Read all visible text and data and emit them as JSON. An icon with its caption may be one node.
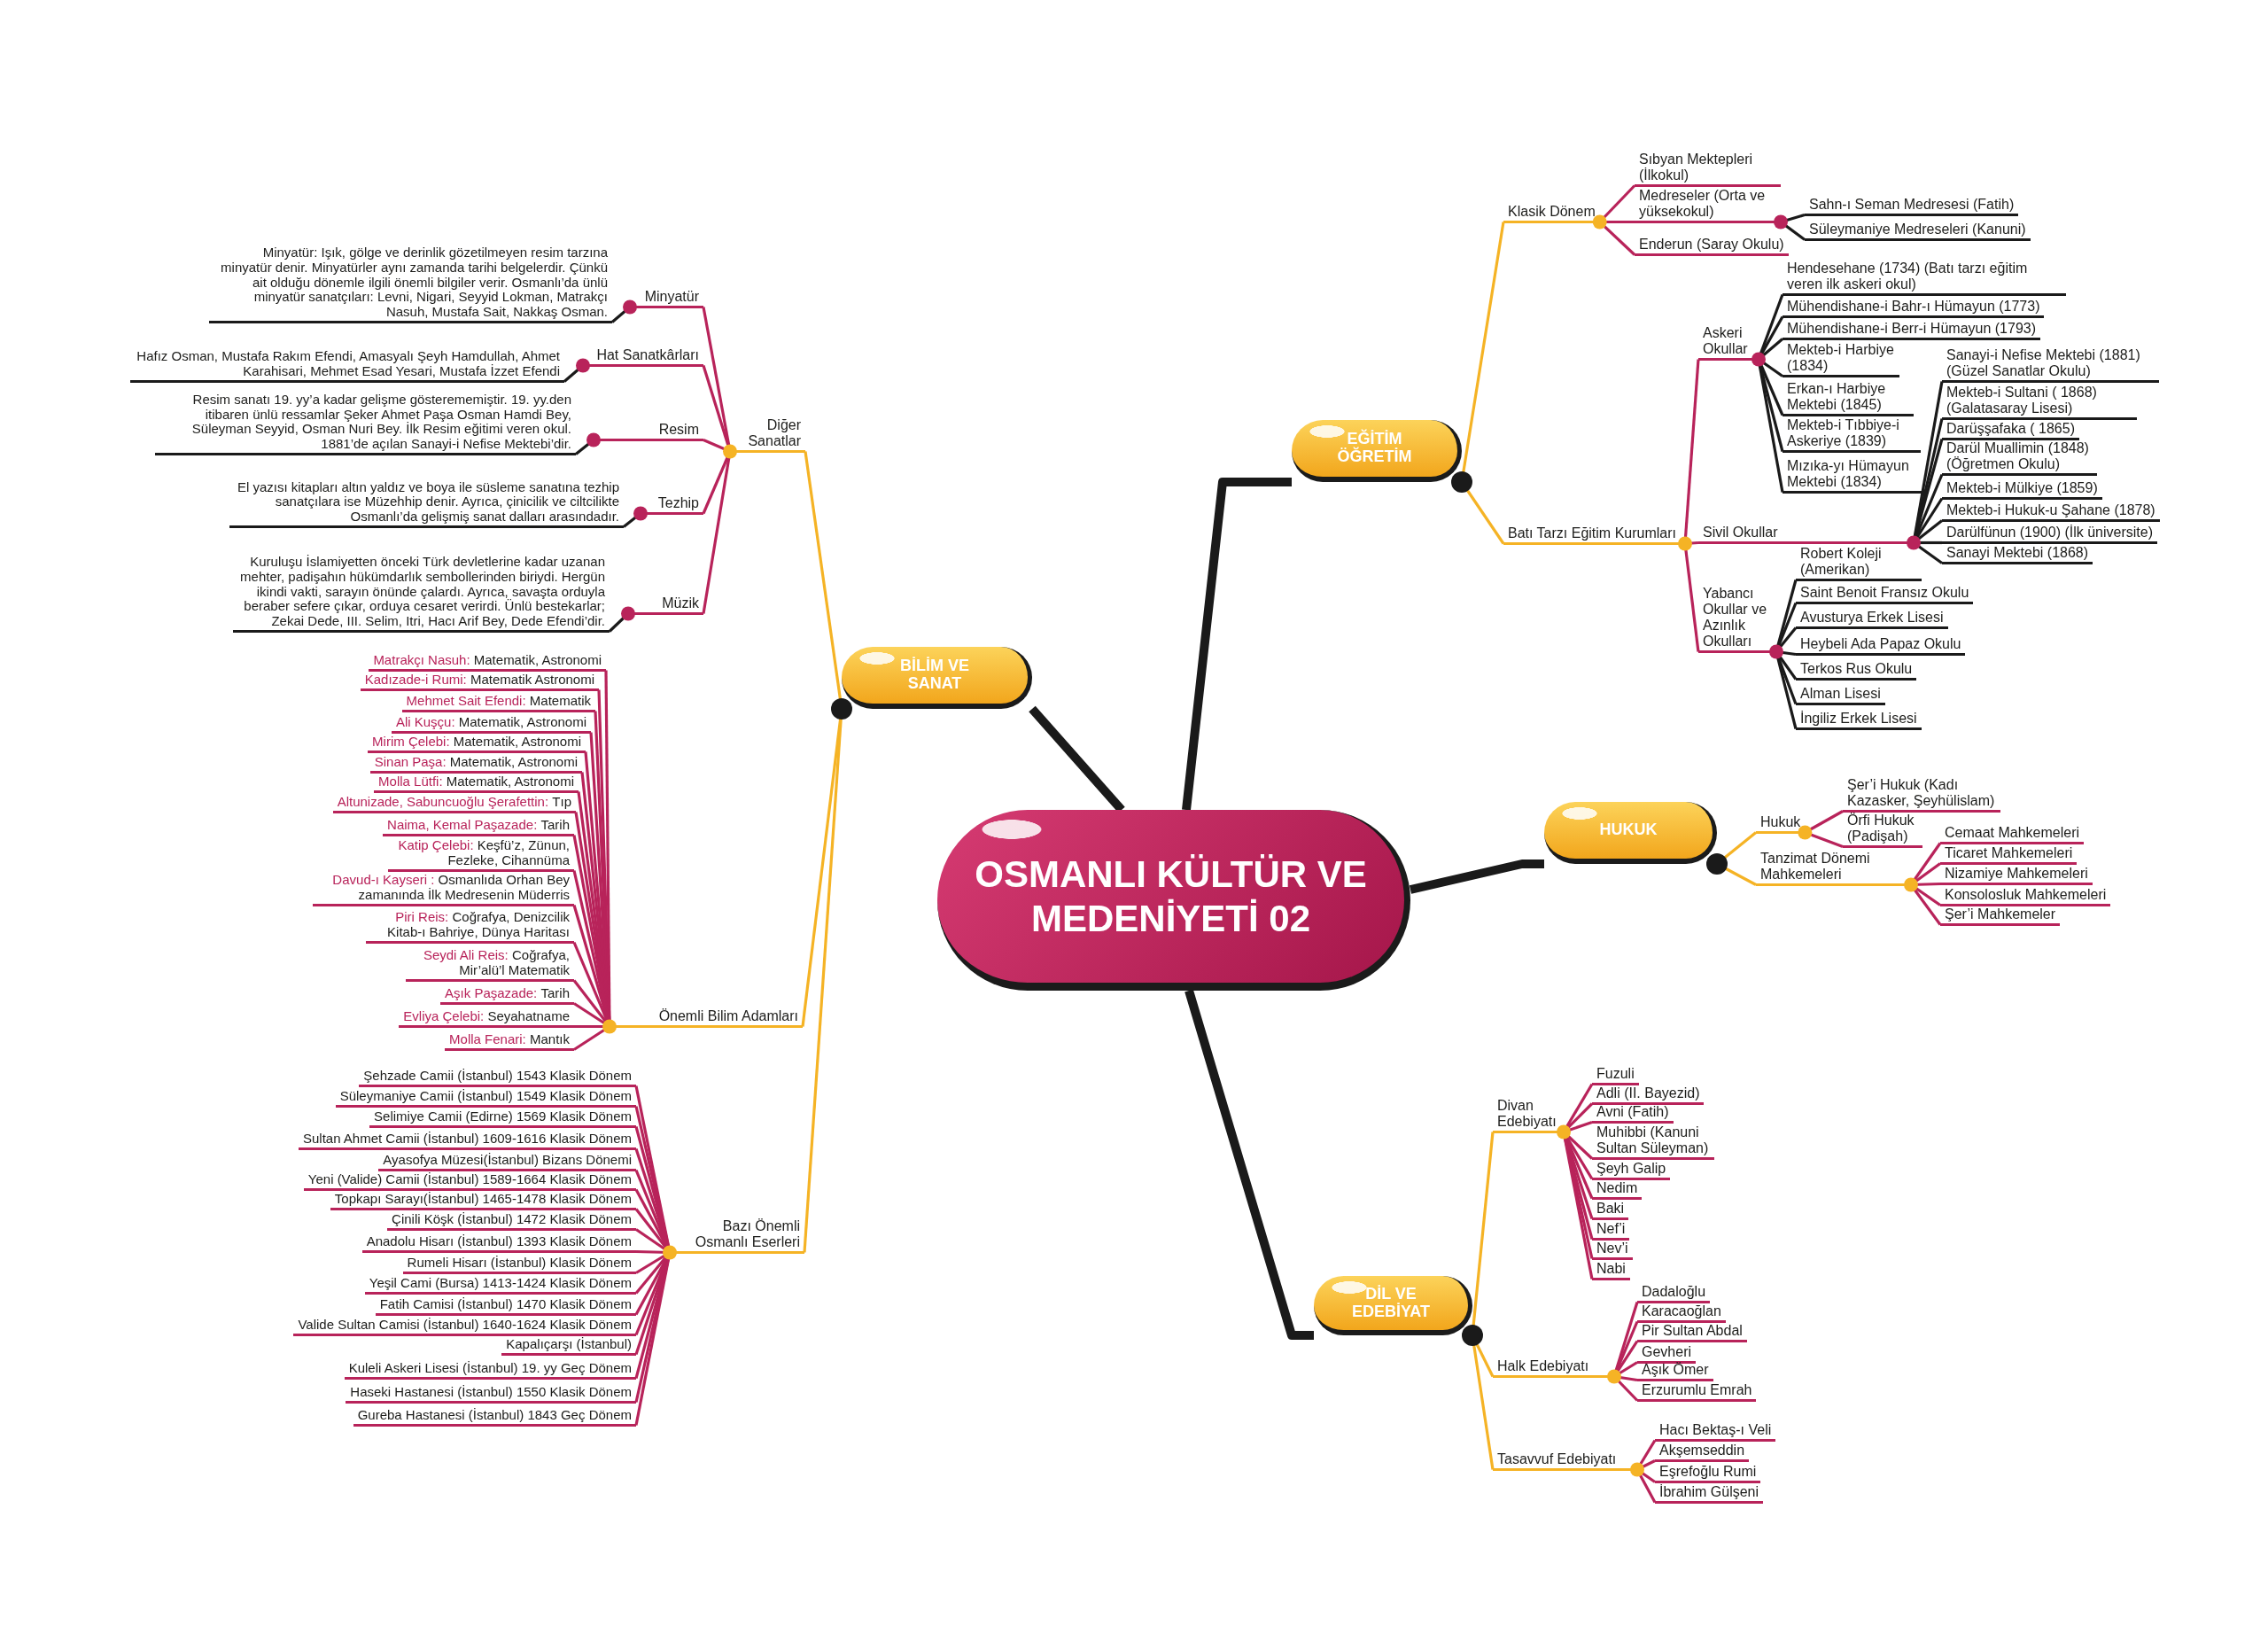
{
  "diagram": {
    "nodes": [
      {
        "text": [
          "OSMANLI KÜLTÜR VE MEDENİYETİ 02"
        ]
      },
      {
        "text": [
          "EĞİTİM ÖĞRETİM"
        ]
      },
      {
        "text": [
          "Klasik Dönem"
        ]
      },
      {
        "text": [
          "Sıbyan Mektepleri (İlkokul)"
        ]
      },
      {
        "text": [
          "Medreseler (Orta ve yüksekokul)"
        ]
      },
      {
        "text": [
          "Sahn-ı Seman Medresesi (Fatih)"
        ]
      },
      {
        "text": [
          "Süleymaniye Medreseleri (Kanuni)"
        ]
      },
      {
        "text": [
          "Enderun (Saray Okulu)"
        ]
      },
      {
        "text": [
          "Batı Tarzı Eğitim Kurumları"
        ]
      },
      {
        "text": [
          "Askeri Okullar"
        ]
      },
      {
        "text": [
          "Hendesehane (1734) (Batı tarzı eğitim veren ilk askeri okul)"
        ]
      },
      {
        "text": [
          "Mühendishane-i Bahr-ı Hümayun (1773)"
        ]
      },
      {
        "text": [
          "Mühendishane-i Berr-i Hümayun (1793)"
        ]
      },
      {
        "text": [
          "Mekteb-i Harbiye (1834)"
        ]
      },
      {
        "text": [
          "Erkan-ı Harbiye Mektebi (1845)"
        ]
      },
      {
        "text": [
          "Mekteb-i Tıbbiye-i Askeriye (1839)"
        ]
      },
      {
        "text": [
          "Mızıka-yı Hümayun Mektebi (1834)"
        ]
      },
      {
        "text": [
          "Sivil Okullar"
        ]
      },
      {
        "text": [
          "Sanayi-i Nefise Mektebi (1881) (Güzel Sanatlar Okulu)"
        ]
      },
      {
        "text": [
          "Mekteb-i Sultani ( 1868) (Galatasaray Lisesi)"
        ]
      },
      {
        "text": [
          "Darüşşafaka ( 1865)"
        ]
      },
      {
        "text": [
          "Darül Muallimin (1848) (Öğretmen Okulu)"
        ]
      },
      {
        "text": [
          "Mekteb-i Mülkiye (1859)"
        ]
      },
      {
        "text": [
          "Mekteb-i Hukuk-u Şahane (1878)"
        ]
      },
      {
        "text": [
          "Darülfünun (1900) (İlk üniversite)"
        ]
      },
      {
        "text": [
          "Sanayi Mektebi (1868)"
        ]
      },
      {
        "text": [
          "Yabancı Okullar ve Azınlık Okulları"
        ]
      },
      {
        "text": [
          "Robert Koleji (Amerikan)"
        ]
      },
      {
        "text": [
          "Saint Benoit Fransız Okulu"
        ]
      },
      {
        "text": [
          "Avusturya Erkek Lisesi"
        ]
      },
      {
        "text": [
          "Heybeli Ada Papaz Okulu"
        ]
      },
      {
        "text": [
          "Terkos Rus Okulu"
        ]
      },
      {
        "text": [
          "Alman Lisesi"
        ]
      },
      {
        "text": [
          "İngiliz Erkek Lisesi"
        ]
      },
      {
        "text": [
          "BİLİM VE SANAT"
        ]
      },
      {
        "text": [
          "Diğer Sanatlar"
        ]
      },
      {
        "text": [
          "Minyatür"
        ]
      },
      {
        "text": [
          "Minyatür: Işık, gölge ve derinlik gözetilmeyen resim tarzına minyatür denir. Minyatürler aynı zamanda tarihi belgelerdir. Çünkü ait olduğu dönemle ilgili önemli bilgiler verir. Osmanlı’da ünlü minyatür sanatçıları: Levni, Nigari, Seyyid Lokman, Matrakçı Nasuh, Mustafa Sait, Nakkaş Osman."
        ]
      },
      {
        "text": [
          "Hat Sanatkârları"
        ]
      },
      {
        "text": [
          "Hafız Osman, Mustafa Rakım Efendi, Amasyalı Şeyh Hamdullah, Ahmet Karahisari, Mehmet Esad Yesari, Mustafa İzzet Efendi"
        ]
      },
      {
        "text": [
          "Resim"
        ]
      },
      {
        "text": [
          "Resim sanatı 19. yy’a kadar gelişme gösterememiştir. 19. yy.den itibaren ünlü ressamlar Şeker Ahmet Paşa Osman Hamdi Bey, Süleyman Seyyid, Osman Nuri Bey. İlk Resim eğitimi veren okul. 1881’de açılan Sanayi-i Nefise Mektebi’dir."
        ]
      },
      {
        "text": [
          "Tezhip"
        ]
      },
      {
        "text": [
          "El yazısı kitapları altın yaldız ve boya ile süsleme sanatına tezhip sanatçılara ise Müzehhip denir. Ayrıca, çinicilik ve ciltcilikte Osmanlı’da gelişmiş sanat dalları arasındadır."
        ]
      },
      {
        "text": [
          "Müzik"
        ]
      },
      {
        "text": [
          "Kuruluşu İslamiyetten önceki Türk devletlerine kadar uzanan mehter, padişahın hükümdarlık sembollerinden biriydi. Hergün ikindi vakti, sarayın önünde çalardı. Ayrıca, savaşta orduyla beraber sefere çıkar, orduya cesaret verirdi. Ünlü bestekarlar; Zekai Dede, III. Selim, Itri, Hacı Arif Bey, Dede Efendi’dir."
        ]
      },
      {
        "text": [
          "Önemli Bilim Adamları"
        ]
      },
      {
        "text": [
          "Matrakçı Nasuh:",
          "Matematik, Astronomi"
        ]
      },
      {
        "text": [
          "Kadızade-i Rumi:",
          "Matematik Astronomi"
        ]
      },
      {
        "text": [
          "Mehmet Sait Efendi:",
          "Matematik"
        ]
      },
      {
        "text": [
          "Ali Kuşçu:",
          "Matematik, Astronomi"
        ]
      },
      {
        "text": [
          "Mirim Çelebi:",
          "Matematik, Astronomi"
        ]
      },
      {
        "text": [
          "Sinan Paşa:",
          "Matematik, Astronomi"
        ]
      },
      {
        "text": [
          "Molla Lütfi:",
          "Matematik, Astronomi"
        ]
      },
      {
        "text": [
          "Altunizade, Sabuncuoğlu Şerafettin:",
          "Tıp"
        ]
      },
      {
        "text": [
          "Naima, Kemal Paşazade:",
          "Tarih"
        ]
      },
      {
        "text": [
          "Katip Çelebi:",
          "Keşfü’z, Zünun, Fezleke, Cihannüma"
        ]
      },
      {
        "text": [
          "Davud-ı Kayseri :",
          "Osmanlıda Orhan Bey zamanında İlk Medresenin Müderris"
        ]
      },
      {
        "text": [
          "Piri Reis:",
          "Coğrafya, Denizcilik Kitab-ı Bahriye, Dünya Haritası"
        ]
      },
      {
        "text": [
          "Seydi Ali Reis:",
          "Coğrafya, Mir’alü’l Matematik"
        ]
      },
      {
        "text": [
          "Aşık Paşazade:",
          "Tarih"
        ]
      },
      {
        "text": [
          "Evliya Çelebi:",
          "Seyahatname"
        ]
      },
      {
        "text": [
          "Molla Fenari:",
          "Mantık"
        ]
      },
      {
        "text": [
          "Bazı Önemli Osmanlı Eserleri"
        ]
      },
      {
        "text": [
          "Şehzade Camii (İstanbul) 1543 Klasik Dönem"
        ]
      },
      {
        "text": [
          "Süleymaniye Camii (İstanbul) 1549 Klasik Dönem"
        ]
      },
      {
        "text": [
          "Selimiye Camii (Edirne) 1569 Klasik Dönem"
        ]
      },
      {
        "text": [
          "Sultan Ahmet Camii (İstanbul) 1609-1616 Klasik Dönem"
        ]
      },
      {
        "text": [
          "Ayasofya Müzesi(İstanbul) Bizans Dönemi"
        ]
      },
      {
        "text": [
          "Yeni (Valide) Camii (İstanbul) 1589-1664 Klasik Dönem"
        ]
      },
      {
        "text": [
          "Topkapı Sarayı(İstanbul) 1465-1478 Klasik Dönem"
        ]
      },
      {
        "text": [
          "Çinili Köşk (İstanbul) 1472 Klasik Dönem"
        ]
      },
      {
        "text": [
          "Anadolu Hisarı (İstanbul) 1393 Klasik Dönem"
        ]
      },
      {
        "text": [
          "Rumeli Hisarı (İstanbul) Klasik Dönem"
        ]
      },
      {
        "text": [
          "Yeşil Cami (Bursa) 1413-1424 Klasik Dönem"
        ]
      },
      {
        "text": [
          "Fatih Camisi (İstanbul) 1470 Klasik Dönem"
        ]
      },
      {
        "text": [
          "Valide Sultan Camisi (İstanbul) 1640-1624 Klasik Dönem"
        ]
      },
      {
        "text": [
          "Kapalıçarşı (İstanbul)"
        ]
      },
      {
        "text": [
          "Kuleli Askeri Lisesi (İstanbul) 19. yy Geç Dönem"
        ]
      },
      {
        "text": [
          "Haseki Hastanesi (İstanbul) 1550 Klasik Dönem"
        ]
      },
      {
        "text": [
          "Gureba Hastanesi (İstanbul) 1843 Geç Dönem"
        ]
      },
      {
        "text": [
          "HUKUK"
        ]
      },
      {
        "text": [
          "Hukuk"
        ]
      },
      {
        "text": [
          "Şer’i Hukuk (Kadı Kazasker, Şeyhülislam)"
        ]
      },
      {
        "text": [
          "Örfi Hukuk (Padişah)"
        ]
      },
      {
        "text": [
          "Tanzimat Dönemi Mahkemeleri"
        ]
      },
      {
        "text": [
          "Cemaat Mahkemeleri"
        ]
      },
      {
        "text": [
          "Ticaret Mahkemeleri"
        ]
      },
      {
        "text": [
          "Nizamiye Mahkemeleri"
        ]
      },
      {
        "text": [
          "Konsolosluk Mahkemeleri"
        ]
      },
      {
        "text": [
          "Şer’i Mahkemeler"
        ]
      },
      {
        "text": [
          "DİL VE EDEBİYAT"
        ]
      },
      {
        "text": [
          "Divan Edebiyatı"
        ]
      },
      {
        "text": [
          "Fuzuli"
        ]
      },
      {
        "text": [
          "Adli (II. Bayezid)"
        ]
      },
      {
        "text": [
          "Avni (Fatih)"
        ]
      },
      {
        "text": [
          "Muhibbi (Kanuni Sultan Süleyman)"
        ]
      },
      {
        "text": [
          "Şeyh Galip"
        ]
      },
      {
        "text": [
          "Nedim"
        ]
      },
      {
        "text": [
          "Baki"
        ]
      },
      {
        "text": [
          "Nef’i"
        ]
      },
      {
        "text": [
          "Nev’i"
        ]
      },
      {
        "text": [
          "Nabi"
        ]
      },
      {
        "text": [
          "Halk Edebiyatı"
        ]
      },
      {
        "text": [
          "Dadaloğlu"
        ]
      },
      {
        "text": [
          "Karacaoğlan"
        ]
      },
      {
        "text": [
          "Pir Sultan Abdal"
        ]
      },
      {
        "text": [
          "Gevheri"
        ]
      },
      {
        "text": [
          "Aşık Ömer"
        ]
      },
      {
        "text": [
          "Erzurumlu Emrah"
        ]
      },
      {
        "text": [
          "Tasavvuf Edebiyatı"
        ]
      },
      {
        "text": [
          "Hacı Bektaş-ı Veli"
        ]
      },
      {
        "text": [
          "Akşemseddin"
        ]
      },
      {
        "text": [
          "Eşrefoğlu Rumi"
        ]
      },
      {
        "text": [
          "İbrahim Gülşeni"
        ]
      }
    ],
    "edges": [
      {
        "from": 0,
        "to": 1,
        "arrow": "none",
        "style": "thick",
        "color": "#1a1a1a"
      },
      {
        "from": 1,
        "to": 2,
        "arrow": "none",
        "color": "#f5b325"
      },
      {
        "from": 2,
        "to": 3,
        "arrow": "none"
      },
      {
        "from": 2,
        "to": 4,
        "arrow": "none"
      },
      {
        "from": 4,
        "to": 5,
        "arrow": "none",
        "color": "#1a1a1a"
      },
      {
        "from": 4,
        "to": 6,
        "arrow": "none",
        "color": "#1a1a1a"
      },
      {
        "from": 2,
        "to": 7,
        "arrow": "none"
      },
      {
        "from": 1,
        "to": 8,
        "arrow": "none",
        "color": "#f5b325"
      },
      {
        "from": 8,
        "to": 9,
        "arrow": "none"
      },
      {
        "from": 9,
        "to": 10,
        "arrow": "none",
        "color": "#1a1a1a"
      },
      {
        "from": 9,
        "to": 11,
        "arrow": "none",
        "color": "#1a1a1a"
      },
      {
        "from": 9,
        "to": 12,
        "arrow": "none",
        "color": "#1a1a1a"
      },
      {
        "from": 9,
        "to": 13,
        "arrow": "none",
        "color": "#1a1a1a"
      },
      {
        "from": 9,
        "to": 14,
        "arrow": "none",
        "color": "#1a1a1a"
      },
      {
        "from": 9,
        "to": 15,
        "arrow": "none",
        "color": "#1a1a1a"
      },
      {
        "from": 9,
        "to": 16,
        "arrow": "none",
        "color": "#1a1a1a"
      },
      {
        "from": 8,
        "to": 17,
        "arrow": "none"
      },
      {
        "from": 17,
        "to": 18,
        "arrow": "none",
        "color": "#1a1a1a"
      },
      {
        "from": 17,
        "to": 19,
        "arrow": "none",
        "color": "#1a1a1a"
      },
      {
        "from": 17,
        "to": 20,
        "arrow": "none",
        "color": "#1a1a1a"
      },
      {
        "from": 17,
        "to": 21,
        "arrow": "none",
        "color": "#1a1a1a"
      },
      {
        "from": 17,
        "to": 22,
        "arrow": "none",
        "color": "#1a1a1a"
      },
      {
        "from": 17,
        "to": 23,
        "arrow": "none",
        "color": "#1a1a1a"
      },
      {
        "from": 17,
        "to": 24,
        "arrow": "none",
        "color": "#1a1a1a"
      },
      {
        "from": 17,
        "to": 25,
        "arrow": "none",
        "color": "#1a1a1a"
      },
      {
        "from": 8,
        "to": 26,
        "arrow": "none"
      },
      {
        "from": 26,
        "to": 27,
        "arrow": "none",
        "color": "#1a1a1a"
      },
      {
        "from": 26,
        "to": 28,
        "arrow": "none",
        "color": "#1a1a1a"
      },
      {
        "from": 26,
        "to": 29,
        "arrow": "none",
        "color": "#1a1a1a"
      },
      {
        "from": 26,
        "to": 30,
        "arrow": "none",
        "color": "#1a1a1a"
      },
      {
        "from": 26,
        "to": 31,
        "arrow": "none",
        "color": "#1a1a1a"
      },
      {
        "from": 26,
        "to": 32,
        "arrow": "none",
        "color": "#1a1a1a"
      },
      {
        "from": 26,
        "to": 33,
        "arrow": "none",
        "color": "#1a1a1a"
      },
      {
        "from": 0,
        "to": 34,
        "arrow": "none",
        "style": "thick",
        "color": "#1a1a1a"
      },
      {
        "from": 34,
        "to": 35,
        "arrow": "none",
        "color": "#f5b325"
      },
      {
        "from": 35,
        "to": 36,
        "arrow": "none"
      },
      {
        "from": 36,
        "to": 37,
        "arrow": "none",
        "color": "#1a1a1a"
      },
      {
        "from": 35,
        "to": 38,
        "arrow": "none"
      },
      {
        "from": 38,
        "to": 39,
        "arrow": "none",
        "color": "#1a1a1a"
      },
      {
        "from": 35,
        "to": 40,
        "arrow": "none"
      },
      {
        "from": 40,
        "to": 41,
        "arrow": "none",
        "color": "#1a1a1a"
      },
      {
        "from": 35,
        "to": 42,
        "arrow": "none"
      },
      {
        "from": 42,
        "to": 43,
        "arrow": "none",
        "color": "#1a1a1a"
      },
      {
        "from": 35,
        "to": 44,
        "arrow": "none"
      },
      {
        "from": 44,
        "to": 45,
        "arrow": "none",
        "color": "#1a1a1a"
      },
      {
        "from": 34,
        "to": 46,
        "arrow": "none",
        "color": "#f5b325"
      },
      {
        "from": 46,
        "to": 47,
        "arrow": "none"
      },
      {
        "from": 46,
        "to": 48,
        "arrow": "none"
      },
      {
        "from": 46,
        "to": 49,
        "arrow": "none"
      },
      {
        "from": 46,
        "to": 50,
        "arrow": "none"
      },
      {
        "from": 46,
        "to": 51,
        "arrow": "none"
      },
      {
        "from": 46,
        "to": 52,
        "arrow": "none"
      },
      {
        "from": 46,
        "to": 53,
        "arrow": "none"
      },
      {
        "from": 46,
        "to": 54,
        "arrow": "none"
      },
      {
        "from": 46,
        "to": 55,
        "arrow": "none"
      },
      {
        "from": 46,
        "to": 56,
        "arrow": "none"
      },
      {
        "from": 46,
        "to": 57,
        "arrow": "none"
      },
      {
        "from": 46,
        "to": 58,
        "arrow": "none"
      },
      {
        "from": 46,
        "to": 59,
        "arrow": "none"
      },
      {
        "from": 46,
        "to": 60,
        "arrow": "none"
      },
      {
        "from": 46,
        "to": 61,
        "arrow": "none"
      },
      {
        "from": 46,
        "to": 62,
        "arrow": "none"
      },
      {
        "from": 34,
        "to": 63,
        "arrow": "none",
        "color": "#f5b325"
      },
      {
        "from": 63,
        "to": 64,
        "arrow": "none"
      },
      {
        "from": 63,
        "to": 65,
        "arrow": "none"
      },
      {
        "from": 63,
        "to": 66,
        "arrow": "none"
      },
      {
        "from": 63,
        "to": 67,
        "arrow": "none"
      },
      {
        "from": 63,
        "to": 68,
        "arrow": "none"
      },
      {
        "from": 63,
        "to": 69,
        "arrow": "none"
      },
      {
        "from": 63,
        "to": 70,
        "arrow": "none"
      },
      {
        "from": 63,
        "to": 71,
        "arrow": "none"
      },
      {
        "from": 63,
        "to": 72,
        "arrow": "none"
      },
      {
        "from": 63,
        "to": 73,
        "arrow": "none"
      },
      {
        "from": 63,
        "to": 74,
        "arrow": "none"
      },
      {
        "from": 63,
        "to": 75,
        "arrow": "none"
      },
      {
        "from": 63,
        "to": 76,
        "arrow": "none"
      },
      {
        "from": 63,
        "to": 77,
        "arrow": "none"
      },
      {
        "from": 63,
        "to": 78,
        "arrow": "none"
      },
      {
        "from": 63,
        "to": 79,
        "arrow": "none"
      },
      {
        "from": 63,
        "to": 80,
        "arrow": "none"
      },
      {
        "from": 0,
        "to": 81,
        "arrow": "none",
        "style": "thick",
        "color": "#1a1a1a"
      },
      {
        "from": 81,
        "to": 82,
        "arrow": "none",
        "color": "#f5b325"
      },
      {
        "from": 82,
        "to": 83,
        "arrow": "none"
      },
      {
        "from": 82,
        "to": 84,
        "arrow": "none"
      },
      {
        "from": 81,
        "to": 85,
        "arrow": "none",
        "color": "#f5b325"
      },
      {
        "from": 85,
        "to": 86,
        "arrow": "none"
      },
      {
        "from": 85,
        "to": 87,
        "arrow": "none"
      },
      {
        "from": 85,
        "to": 88,
        "arrow": "none"
      },
      {
        "from": 85,
        "to": 89,
        "arrow": "none"
      },
      {
        "from": 85,
        "to": 90,
        "arrow": "none"
      },
      {
        "from": 0,
        "to": 91,
        "arrow": "none",
        "style": "thick",
        "color": "#1a1a1a"
      },
      {
        "from": 91,
        "to": 92,
        "arrow": "none",
        "color": "#f5b325"
      },
      {
        "from": 92,
        "to": 93,
        "arrow": "none"
      },
      {
        "from": 92,
        "to": 94,
        "arrow": "none"
      },
      {
        "from": 92,
        "to": 95,
        "arrow": "none"
      },
      {
        "from": 92,
        "to": 96,
        "arrow": "none"
      },
      {
        "from": 92,
        "to": 97,
        "arrow": "none"
      },
      {
        "from": 92,
        "to": 98,
        "arrow": "none"
      },
      {
        "from": 92,
        "to": 99,
        "arrow": "none"
      },
      {
        "from": 92,
        "to": 100,
        "arrow": "none"
      },
      {
        "from": 92,
        "to": 101,
        "arrow": "none"
      },
      {
        "from": 92,
        "to": 102,
        "arrow": "none"
      },
      {
        "from": 91,
        "to": 103,
        "arrow": "none",
        "color": "#f5b325"
      },
      {
        "from": 103,
        "to": 104,
        "arrow": "none"
      },
      {
        "from": 103,
        "to": 105,
        "arrow": "none"
      },
      {
        "from": 103,
        "to": 106,
        "arrow": "none"
      },
      {
        "from": 103,
        "to": 107,
        "arrow": "none"
      },
      {
        "from": 103,
        "to": 108,
        "arrow": "none"
      },
      {
        "from": 103,
        "to": 109,
        "arrow": "none"
      },
      {
        "from": 91,
        "to": 110,
        "arrow": "none",
        "color": "#f5b325"
      },
      {
        "from": 110,
        "to": 111,
        "arrow": "none"
      },
      {
        "from": 110,
        "to": 112,
        "arrow": "none"
      },
      {
        "from": 110,
        "to": 113,
        "arrow": "none"
      },
      {
        "from": 110,
        "to": 114,
        "arrow": "none"
      }
    ]
  }
}
